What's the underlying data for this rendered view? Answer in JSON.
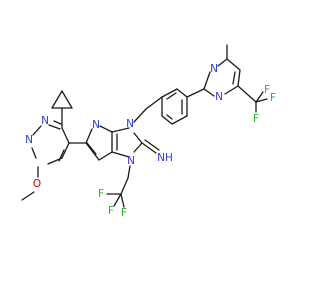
{
  "molecule": {
    "atom_colors": {
      "C": "#1a1a1a",
      "N": "#2b3bd6",
      "O": "#e00000",
      "F": "#2fb52f"
    },
    "labels": {
      "n_pyrimidine_top": "N",
      "n_pyrimidine_left": "N",
      "o_methoxy": "O",
      "n_purine_left": "N",
      "n_purine_top": "N",
      "n_purine_bottom": "N",
      "n_methyl_imidazole": "N",
      "n_imidazole_lower": "N",
      "imine": "NH",
      "f_trifluoromethyl_1": "F",
      "f_trifluoromethyl_2": "F",
      "f_trifluoromethyl_3": "F",
      "f_trifluoroethyl_1": "F",
      "f_trifluoroethyl_2": "F",
      "f_trifluoroethyl_3": "F"
    }
  }
}
